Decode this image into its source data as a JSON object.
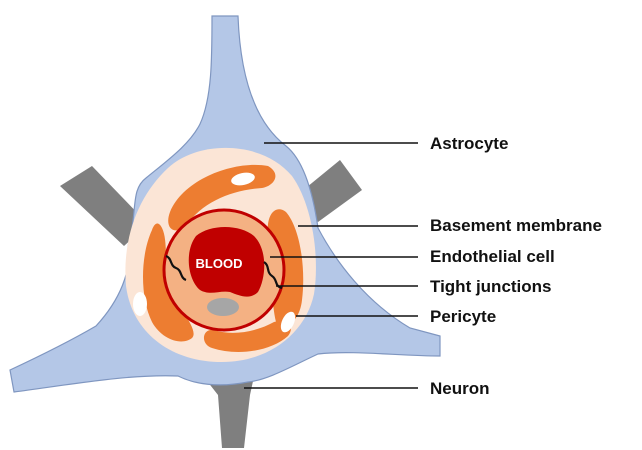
{
  "diagram": {
    "center_label": "BLOOD",
    "labels": {
      "astrocyte": "Astrocyte",
      "basement_membrane": "Basement membrane",
      "endothelial_cell": "Endothelial cell",
      "tight_junctions": "Tight junctions",
      "pericyte": "Pericyte",
      "neuron": "Neuron"
    },
    "colors": {
      "astrocyte": "#b4c7e7",
      "astrocyte_outline": "#7f96c0",
      "neuron": "#7f7f7f",
      "basement_membrane": "#fbe5d6",
      "pericyte": "#ed7d31",
      "endothelial_ring": "#f4b183",
      "endothelial_border": "#c00000",
      "blood": "#c00000",
      "nucleus": "#ffffff",
      "vesicle": "#a6a6a6",
      "leader_line": "#111111"
    }
  }
}
